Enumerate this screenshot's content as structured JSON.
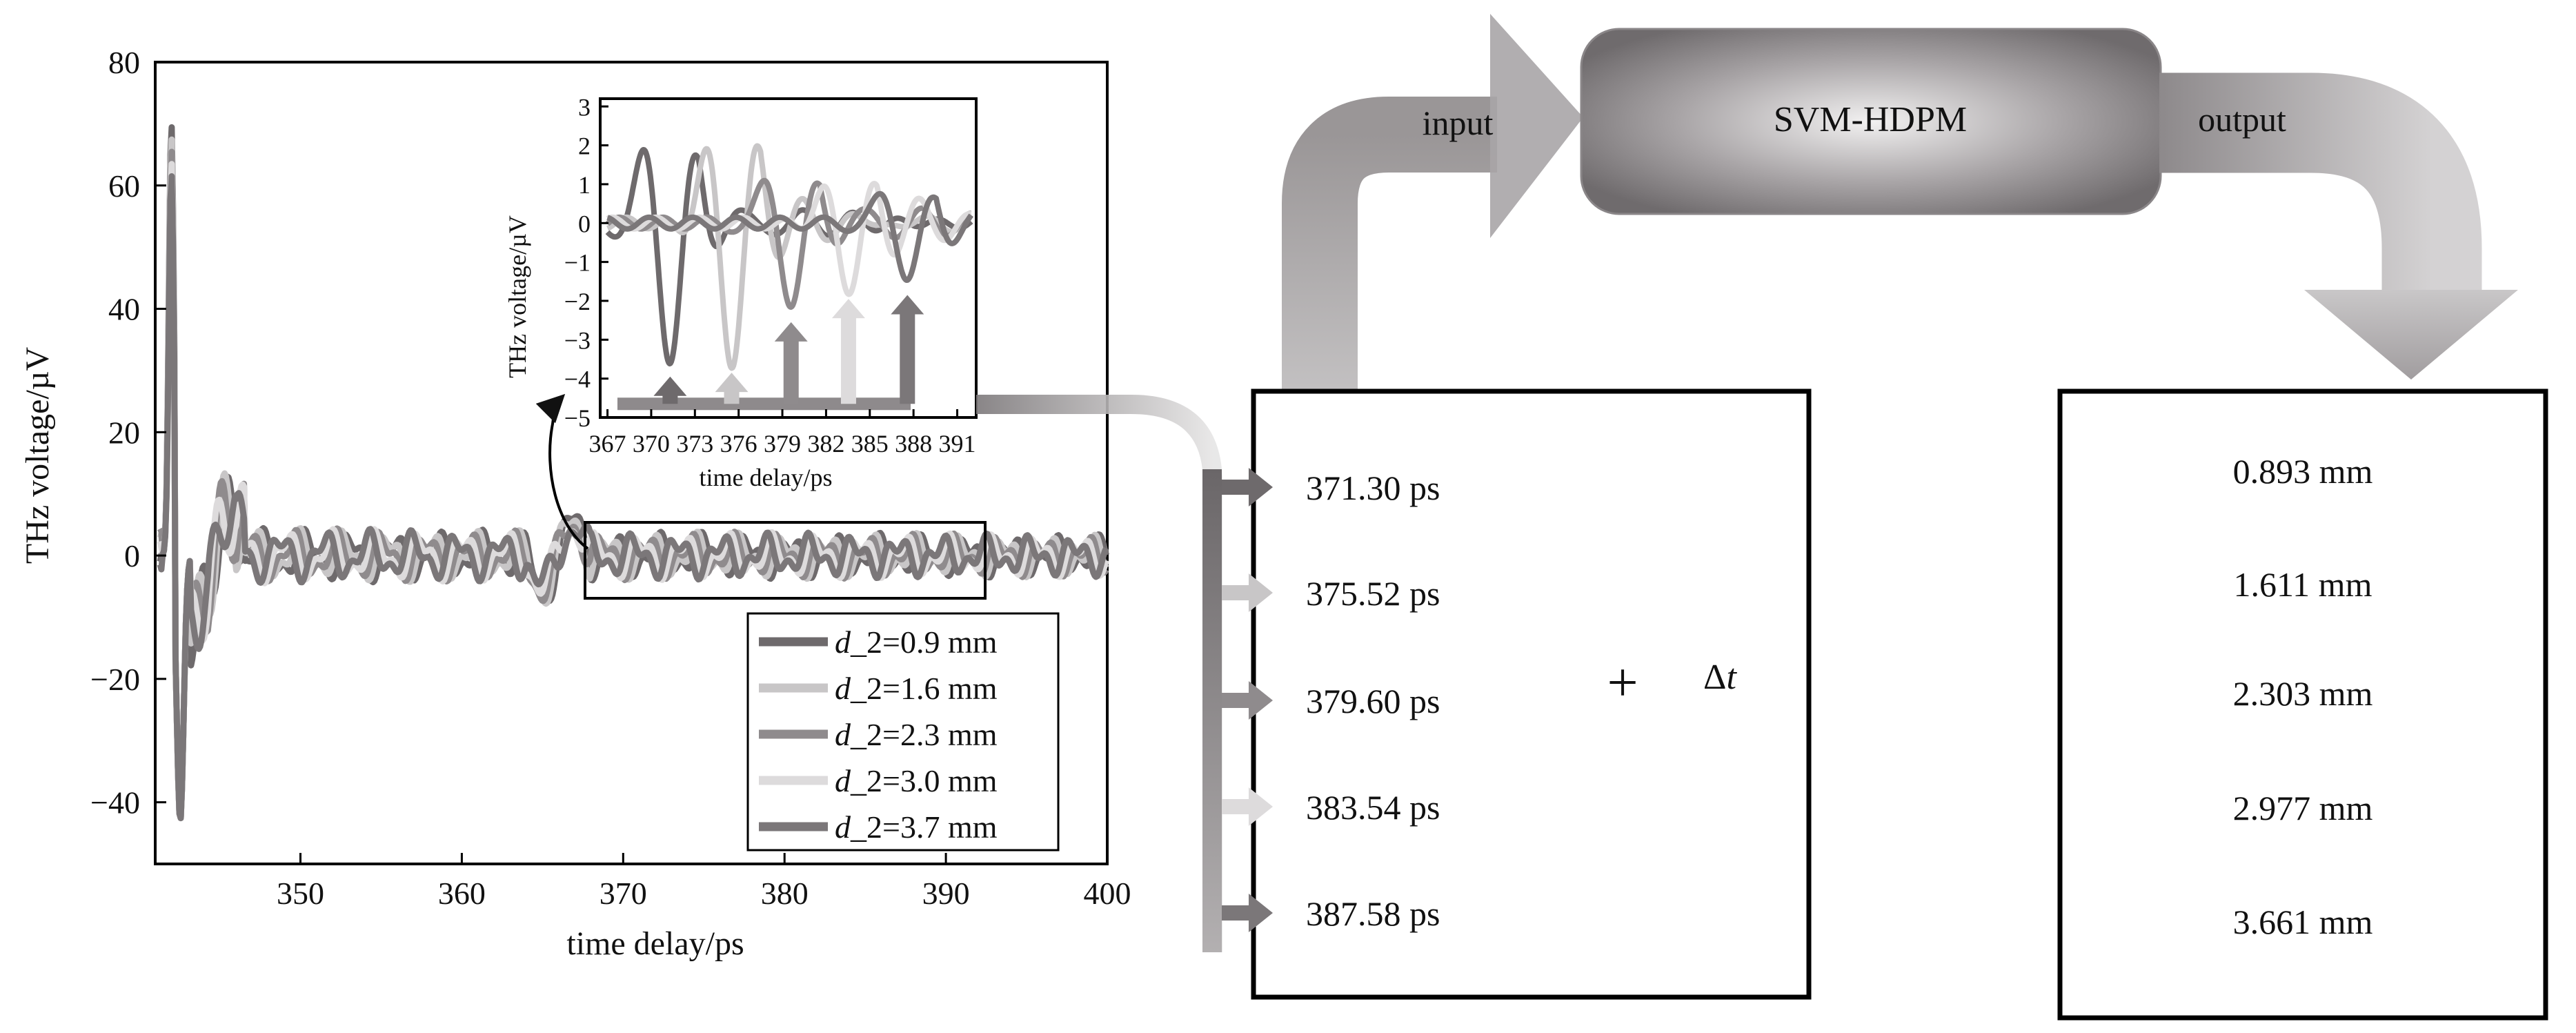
{
  "main_chart": {
    "y_label": "THz voltage/µV",
    "x_label": "time delay/ps",
    "x_ticks": [
      "350",
      "360",
      "370",
      "380",
      "390",
      "400"
    ],
    "y_ticks": [
      "80",
      "60",
      "40",
      "20",
      "0",
      "−20",
      "−40"
    ],
    "legend": [
      {
        "label": "d_2=0.9 mm",
        "color": "#6e6a6c"
      },
      {
        "label": "d_2=1.6 mm",
        "color": "#c8c6c7"
      },
      {
        "label": "d_2=2.3 mm",
        "color": "#8f8b8d"
      },
      {
        "label": "d_2=3.0 mm",
        "color": "#dddbdc"
      },
      {
        "label": "d_2=3.7 mm",
        "color": "#7b7779"
      }
    ]
  },
  "inset_chart": {
    "y_label": "THz voltage/µV",
    "x_label": "time delay/ps",
    "x_ticks": [
      "367",
      "370",
      "373",
      "376",
      "379",
      "382",
      "385",
      "388",
      "391"
    ],
    "y_ticks": [
      "3",
      "2",
      "1",
      "0",
      "−1",
      "−2",
      "−3",
      "−4",
      "−5"
    ]
  },
  "chart_data": [
    {
      "type": "line",
      "xlabel": "time delay/ps",
      "ylabel": "THz voltage/µV",
      "xlim": [
        341,
        400
      ],
      "ylim": [
        -50,
        80
      ],
      "series": [
        {
          "name": "d_2=0.9 mm",
          "color": "#6e6a6c"
        },
        {
          "name": "d_2=1.6 mm",
          "color": "#c8c6c7"
        },
        {
          "name": "d_2=2.3 mm",
          "color": "#8f8b8d"
        },
        {
          "name": "d_2=3.0 mm",
          "color": "#dddbdc"
        },
        {
          "name": "d_2=3.7 mm",
          "color": "#7b7779"
        }
      ],
      "peak": {
        "x": 342,
        "y_max": 70,
        "y_min": -43
      }
    },
    {
      "type": "line",
      "xlabel": "time delay/ps",
      "ylabel": "THz voltage/µV",
      "xlim": [
        367,
        392
      ],
      "ylim": [
        -5,
        3
      ],
      "echo_minima": [
        {
          "x": 371.3,
          "y": -3.7
        },
        {
          "x": 375.52,
          "y": -3.6
        },
        {
          "x": 379.6,
          "y": -2.3
        },
        {
          "x": 383.54,
          "y": -1.7
        },
        {
          "x": 387.58,
          "y": -1.6
        }
      ]
    }
  ],
  "flow": {
    "input_label": "input",
    "model_label": "SVM-HDPM",
    "output_label": "output",
    "plus": "+",
    "delta": "Δ",
    "delta_var": "t"
  },
  "input_values": [
    "371.30 ps",
    "375.52 ps",
    "379.60 ps",
    "383.54 ps",
    "387.58 ps"
  ],
  "output_values": [
    "0.893 mm",
    "1.611 mm",
    "2.303 mm",
    "2.977 mm",
    "3.661 mm"
  ]
}
